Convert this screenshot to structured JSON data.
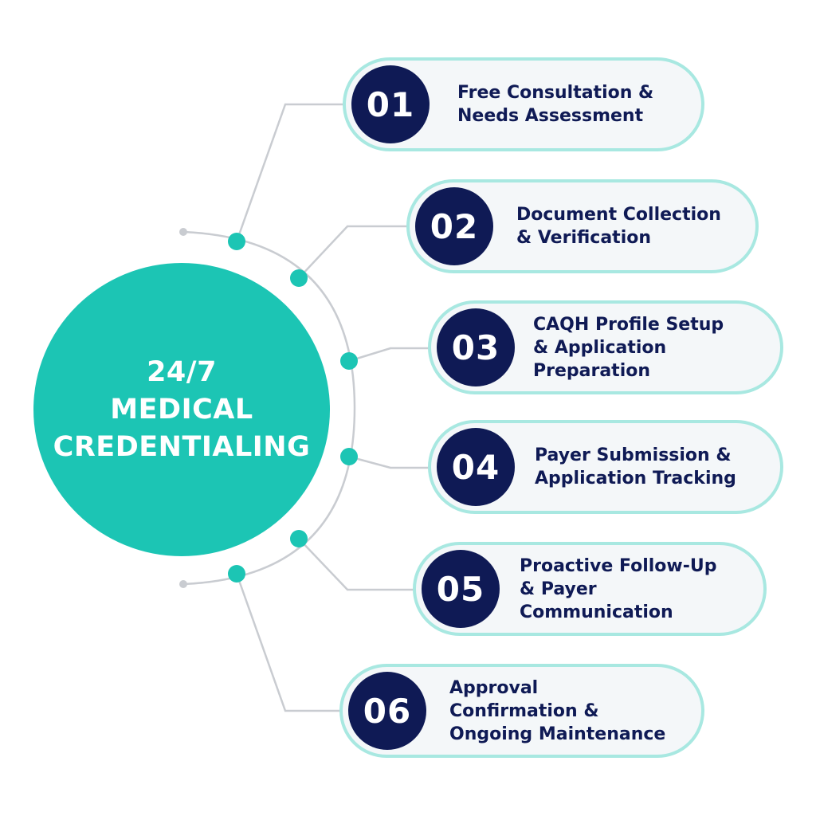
{
  "hub": {
    "lines": [
      "24/7",
      "MEDICAL",
      "CREDENTIALING"
    ]
  },
  "steps": [
    {
      "number": "01",
      "lines": [
        "Free Consultation &",
        "Needs Assessment"
      ]
    },
    {
      "number": "02",
      "lines": [
        "Document Collection",
        "& Verification"
      ]
    },
    {
      "number": "03",
      "lines": [
        "CAQH Profile Setup",
        "& Application",
        "Preparation"
      ]
    },
    {
      "number": "04",
      "lines": [
        "Payer Submission &",
        "Application Tracking"
      ]
    },
    {
      "number": "05",
      "lines": [
        "Proactive Follow-Up",
        "& Payer",
        "Communication"
      ]
    },
    {
      "number": "06",
      "lines": [
        "Approval",
        "Confirmation &",
        "Ongoing Maintenance"
      ]
    }
  ],
  "colors": {
    "teal": "#1cc5b4",
    "navy": "#0f1a55",
    "pill_border": "#a8e8e1",
    "pill_fill": "#f4f7f9",
    "connector": "#c9ccd1"
  }
}
